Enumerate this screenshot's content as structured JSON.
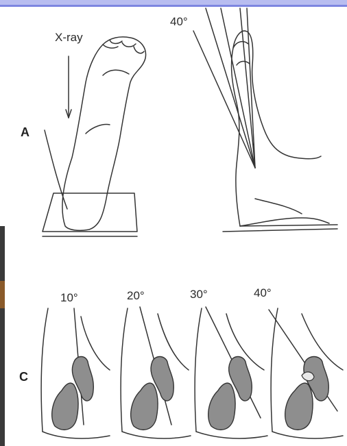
{
  "panel_a": {
    "letter": "A",
    "xray_label": "X-ray",
    "tube_angle": "40°"
  },
  "panel_c": {
    "letter": "C",
    "angles": [
      "10°",
      "20°",
      "30°",
      "40°"
    ]
  },
  "colors": {
    "bone_fill": "#8e8e8e",
    "ink": "#333333",
    "top_bar": "#7d86e0"
  }
}
